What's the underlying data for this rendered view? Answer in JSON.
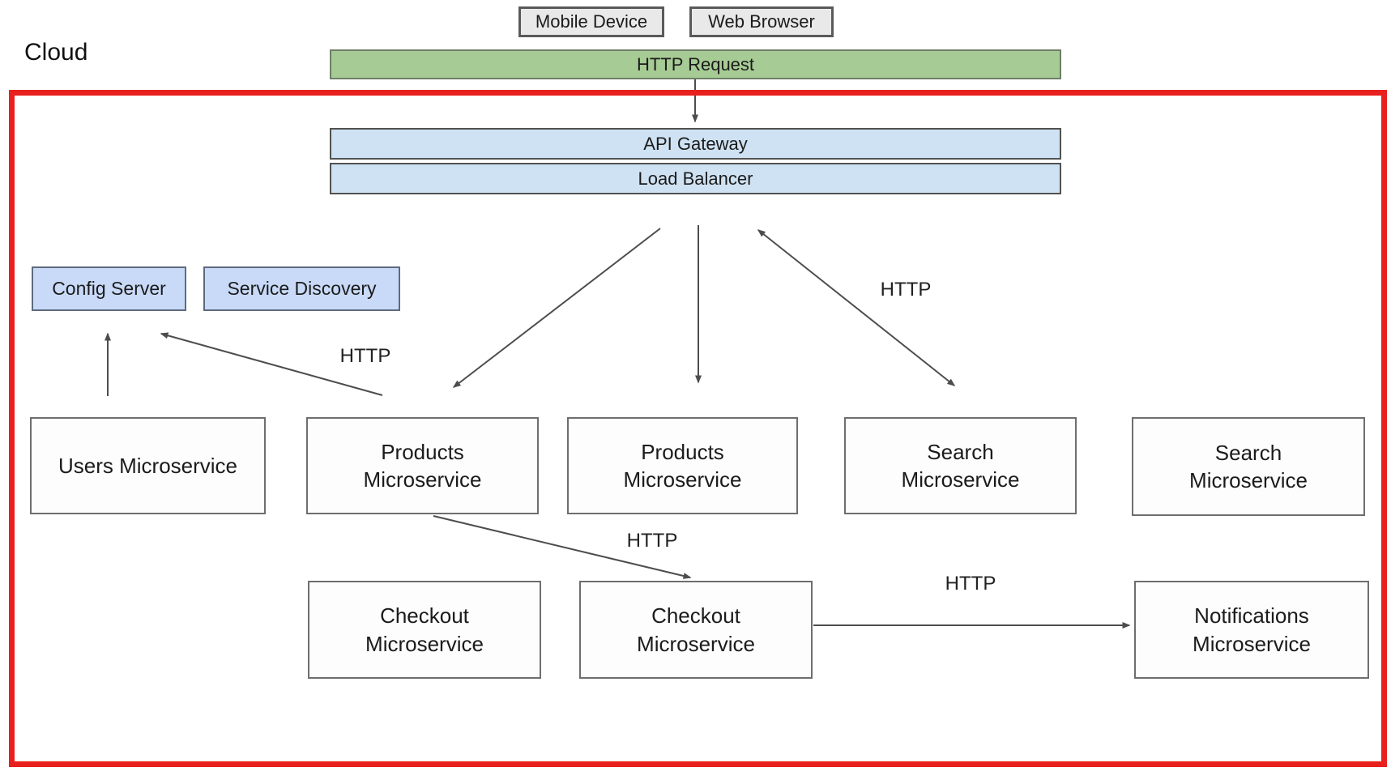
{
  "diagram": {
    "title_label": "Cloud",
    "type": "microservices-architecture"
  },
  "nodes": {
    "mobile_device": "Mobile Device",
    "web_browser": "Web Browser",
    "http_request": "HTTP Request",
    "api_gateway": "API Gateway",
    "load_balancer": "Load Balancer",
    "config_server": "Config Server",
    "service_discovery": "Service Discovery",
    "users_microservice": "Users Microservice",
    "products_microservice_1": "Products\nMicroservice",
    "products_microservice_2": "Products\nMicroservice",
    "search_microservice_1": "Search\nMicroservice",
    "search_microservice_2": "Search\nMicroservice",
    "checkout_microservice_1": "Checkout\nMicroservice",
    "checkout_microservice_2": "Checkout\nMicroservice",
    "notifications_microservice": "Notifications\nMicroservice"
  },
  "edges": {
    "http_labels": [
      "HTTP",
      "HTTP",
      "HTTP",
      "HTTP"
    ],
    "connections": [
      "HTTP Request -> API Gateway",
      "Load Balancer -> Products Microservice 1",
      "Load Balancer -> Products Microservice 2",
      "Load Balancer <-> Search Microservice 1 (HTTP)",
      "Users Microservice -> Config Server",
      "Products Microservice 1 -> Config Server (HTTP)",
      "Products Microservice 1 -> Checkout Microservice 2 (HTTP)",
      "Checkout Microservice 2 -> Notifications Microservice (HTTP)"
    ]
  },
  "colors": {
    "cloud_border": "#e8201e",
    "request_bar_fill": "#a6cb94",
    "gateway_bar_fill": "#cfe2f3",
    "config_box_fill": "#c9daf8",
    "device_box_fill": "#e9e9e9",
    "service_box_fill": "#fdfdfd",
    "arrow": "#4d4d4d"
  }
}
